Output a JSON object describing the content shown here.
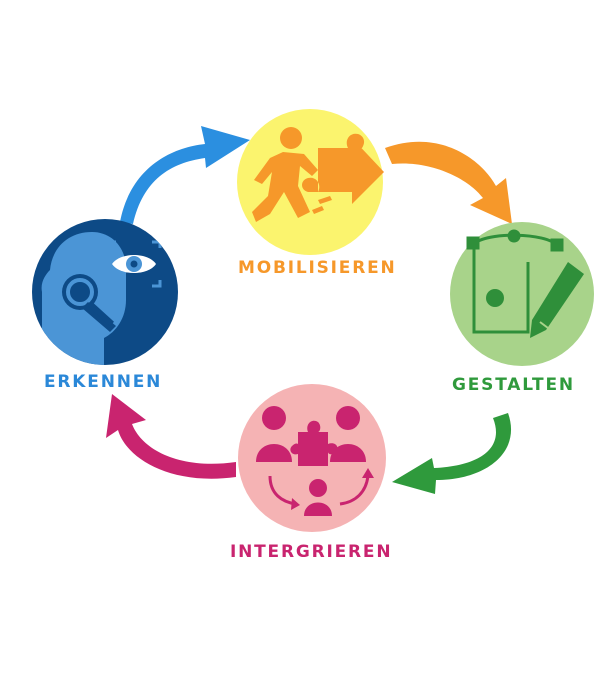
{
  "steps": {
    "mobilisieren": {
      "label": "MOBILISIEREN",
      "icon": "person-pushing-puzzle-icon",
      "circle_color": "#fbf46e",
      "icon_color": "#f6982a",
      "label_color": "#f6982a"
    },
    "gestalten": {
      "label": "GESTALTEN",
      "icon": "vector-design-pen-icon",
      "circle_color": "#a8d38a",
      "icon_color": "#2f8f3a",
      "label_color": "#2f9a3c"
    },
    "intergrieren": {
      "label": "INTERGRIEREN",
      "icon": "team-puzzle-integration-icon",
      "circle_color": "#f5b3b4",
      "icon_color": "#c9246f",
      "label_color": "#c9246f"
    },
    "erkennen": {
      "label": "ERKENNEN",
      "icon": "head-magnifier-eye-icon",
      "circle_color": "#0d4a86",
      "icon_color": "#4b95d6",
      "label_color": "#2b88d8"
    }
  },
  "arrows": {
    "erkennen_to_mobilisieren": "#2b8fe0",
    "mobilisieren_to_gestalten": "#f6982a",
    "gestalten_to_intergrieren": "#2f9a3c",
    "intergrieren_to_erkennen": "#c9246f"
  }
}
